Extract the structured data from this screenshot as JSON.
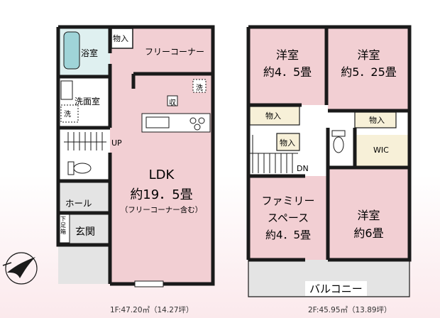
{
  "floor1": {
    "bath": "浴室",
    "storage_top": "物入",
    "free_corner": "フリーコーナー",
    "washroom": "洗面室",
    "wash_mark": "洗",
    "wash_mark2": "洗",
    "fridge_mark": "収",
    "up": "UP",
    "ldk_name": "LDK",
    "ldk_size": "約19．5畳",
    "ldk_note": "（フリーコーナー含む）",
    "hall": "ホール",
    "entrance": "玄関",
    "shoebox": "下足箱",
    "area": "1F:47.20㎡（14.27坪）"
  },
  "floor2": {
    "room1_name": "洋室",
    "room1_size": "約4．5畳",
    "room2_name": "洋室",
    "room2_size": "約5．25畳",
    "storage_a": "物入",
    "storage_b": "物入",
    "storage_c": "物入",
    "wic": "WIC",
    "down": "DN",
    "family_l1": "ファミリー",
    "family_l2": "スペース",
    "family_size": "約4．5畳",
    "room3_name": "洋室",
    "room3_size": "約6畳",
    "balcony": "バルコニー",
    "area": "2F:45.95㎡（13.89坪）"
  },
  "compass_icon": "north-bird-icon"
}
